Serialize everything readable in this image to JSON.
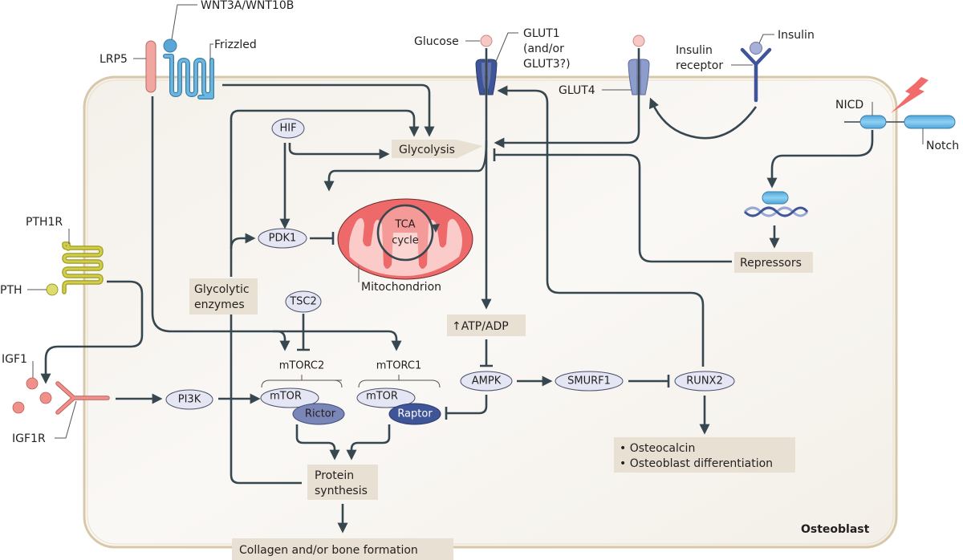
{
  "figure": {
    "cell_label": "Osteoblast",
    "colors": {
      "cell_fill": "#f5f1eb",
      "cell_border": "#d8c8a8",
      "arrow": "#37474f",
      "label_box": "#e8e0d2",
      "node_fill": "#e4e6f3",
      "dark_node": "#3f5597",
      "mid_node": "#7b86b8",
      "lrp5": "#f2a6a0",
      "frizzled": "#5aa6d6",
      "glut1": "#3f5597",
      "glut4": "#8e9ccc",
      "pth1r": "#c8c63a",
      "igf1": "#f0908a",
      "mitochondrion": "#ee6a6a",
      "notch": "#5cb4e4",
      "lightning": "#f26b6b"
    }
  },
  "receptors": {
    "lrp5": "LRP5",
    "wnt": "WNT3A/WNT10B",
    "frizzled": "Frizzled",
    "glucose": "Glucose",
    "glut1_line1": "GLUT1",
    "glut1_line2": "(and/or",
    "glut1_line3": "GLUT3?)",
    "glut4": "GLUT4",
    "insulin": "Insulin",
    "insulin_receptor_line1": "Insulin",
    "insulin_receptor_line2": "receptor",
    "nicd": "NICD",
    "notch": "Notch",
    "pth1r": "PTH1R",
    "pth": "PTH",
    "igf1": "IGF1",
    "igf1r": "IGF1R"
  },
  "nodes": {
    "hif": "HIF",
    "pdk1": "PDK1",
    "tsc2": "TSC2",
    "pi3k": "PI3K",
    "mtorc2": "mTORC2",
    "mtorc1": "mTORC1",
    "mtor_a": "mTOR",
    "mtor_b": "mTOR",
    "rictor": "Rictor",
    "raptor": "Raptor",
    "ampk": "AMPK",
    "smurf1": "SMURF1",
    "runx2": "RUNX2",
    "tca_line1": "TCA",
    "tca_line2": "cycle",
    "mitochondrion": "Mitochondrion"
  },
  "boxes": {
    "glycolysis": "Glycolysis",
    "glycolytic_line1": "Glycolytic",
    "glycolytic_line2": "enzymes",
    "atp_adp": "↑ATP/ADP",
    "repressors": "Repressors",
    "protein_line1": "Protein",
    "protein_line2": "synthesis",
    "osteo_item1": "• Osteocalcin",
    "osteo_item2": "• Osteoblast differentiation",
    "collagen": "Collagen and/or bone formation"
  }
}
